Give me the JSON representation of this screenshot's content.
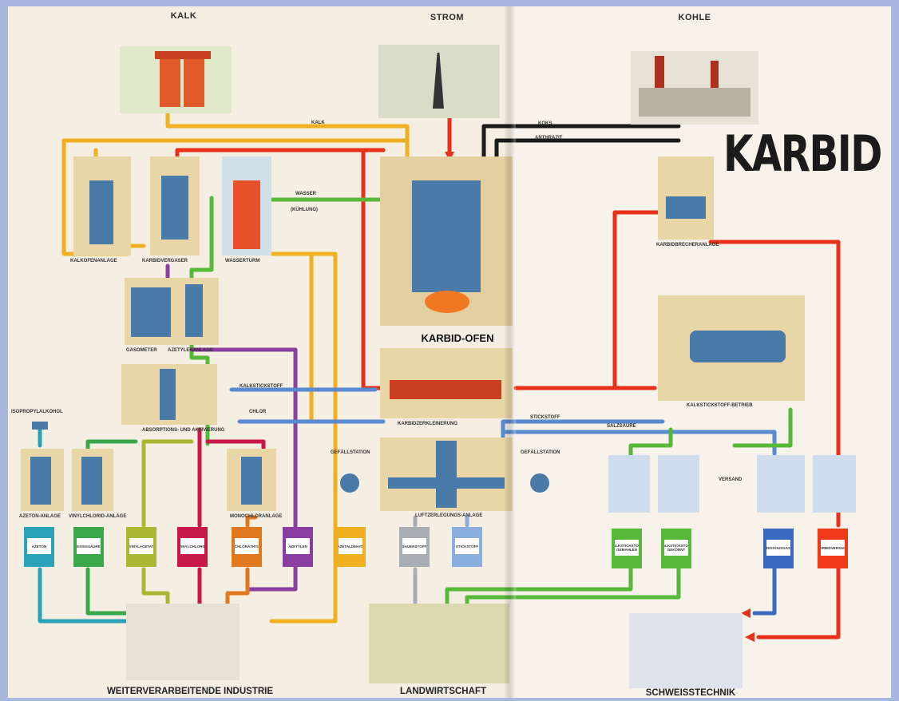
{
  "headers": {
    "kalk": "KALK",
    "strom": "STROM",
    "kohle": "KOHLE"
  },
  "title": "KARBID",
  "oven_label": "KARBID-OFEN",
  "footers": {
    "industry": "WEITERVERARBEITENDE INDUSTRIE",
    "agriculture": "LANDWIRTSCHAFT",
    "welding": "SCHWEISSTECHNIK"
  },
  "flow_labels": {
    "kalk": "KALK",
    "koks": "KOKS",
    "anthrazit": "ANTHRAZIT",
    "wasser": "WASSER",
    "kuehlung": "(KÜHLUNG)",
    "kalkstickstoff": "KALKSTICKSTOFF",
    "stickstoff": "STICKSTOFF",
    "salzsaeure": "SALZSÄURE",
    "versand": "VERSAND",
    "chlor": "CHLOR",
    "isopropylalkohol": "ISOPROPYLALKOHOL"
  },
  "stations": {
    "kalkofen": "KALKOFENANLAGE",
    "karbidvergaser": "KARBIDVERGASER",
    "wasserturm": "WASSERTURM",
    "gasometer": "GASOMETER",
    "azetylen": "AZETYLENANLAGE",
    "karbidbrecher": "KARBIDBRECHERANLAGE",
    "kalkstickstoffbetrieb": "KALKSTICKSTOFF-BETRIEB",
    "karbidzerkleinerung": "KARBIDZERKLEINERUNG",
    "absorptions": "ABSORPTIONS- UND AKTIVIERUNG",
    "azeton": "AZETON-ANLAGE",
    "vinyl": "VINYLCHLORID-ANLAGE",
    "monochlor": "MONOCHLORANLAGE",
    "luftzerlegung": "LUFTZERLEGUNGS-ANLAGE",
    "gefaellstation_left": "GEFÄLLSTATION",
    "gefaellstation_right": "GEFÄLLSTATION"
  },
  "products": [
    {
      "label": "AZETON",
      "color": "#2aa3b8"
    },
    {
      "label": "ESSIGSÄURE",
      "color": "#3aa84a"
    },
    {
      "label": "VINYLACETAT",
      "color": "#a8b832"
    },
    {
      "label": "VINYLCHLORID",
      "color": "#c8184a"
    },
    {
      "label": "TRICHLORÄTHYLEN",
      "color": "#e07820"
    },
    {
      "label": "AZETYLEN",
      "color": "#8a3fa0"
    },
    {
      "label": "AZETALDEHYD",
      "color": "#f0b020"
    },
    {
      "label": "SAUERSTOFF",
      "color": "#a8acb4"
    },
    {
      "label": "STICKSTOFF",
      "color": "#8aaede"
    },
    {
      "label": "KALKSTICKSTOFF GEMAHLEN",
      "color": "#58b83a"
    },
    {
      "label": "KALKSTICKSTOFF GEKÖRNT",
      "color": "#58b83a"
    },
    {
      "label": "DISSOUSGAS",
      "color": "#3a6ac0"
    },
    {
      "label": "KARBIDVERSAND",
      "color": "#f03a1a"
    }
  ],
  "colors": {
    "kalk_line": "#f0b020",
    "strom_line": "#e8301a",
    "kohle_line": "#1a1a1a",
    "water_line": "#58b83a",
    "gas_line": "#8a3fa0",
    "nitrogen_line": "#5a8ad0",
    "machine_blue": "#4a7aa8"
  }
}
